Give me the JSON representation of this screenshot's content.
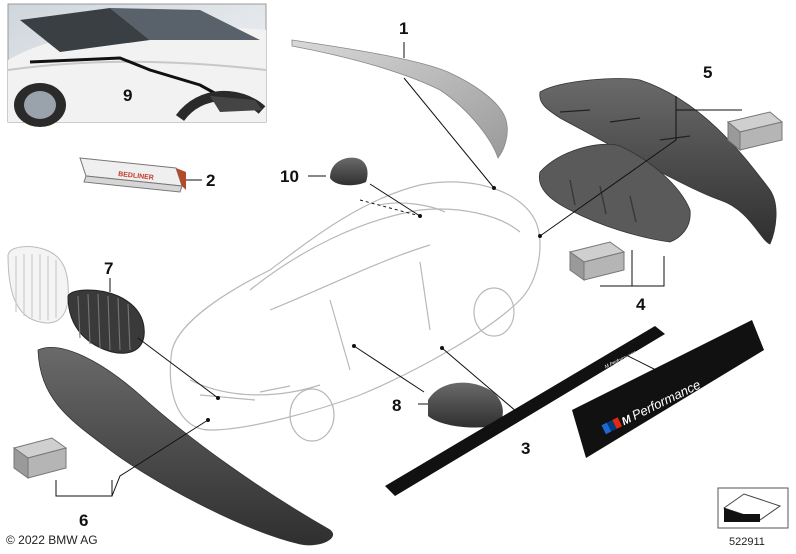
{
  "callouts": [
    "1",
    "2",
    "3",
    "4",
    "5",
    "6",
    "7",
    "8",
    "9",
    "10"
  ],
  "sticker": {
    "brand_mark": "M",
    "text": "Performance",
    "small_text": "M Performance"
  },
  "box_label": "BEDLINER",
  "footer": {
    "copyright": "© 2022 BMW AG",
    "part_number": "522911"
  },
  "colors": {
    "line": "#111111",
    "car_outline": "#b8b8b8",
    "part_dark": "#4a4a4a",
    "part_light": "#cfcfcf",
    "box": "#a9a9a9",
    "m_blue": "#1c69d4",
    "m_dark_blue": "#003b7a",
    "m_red": "#e22718"
  }
}
